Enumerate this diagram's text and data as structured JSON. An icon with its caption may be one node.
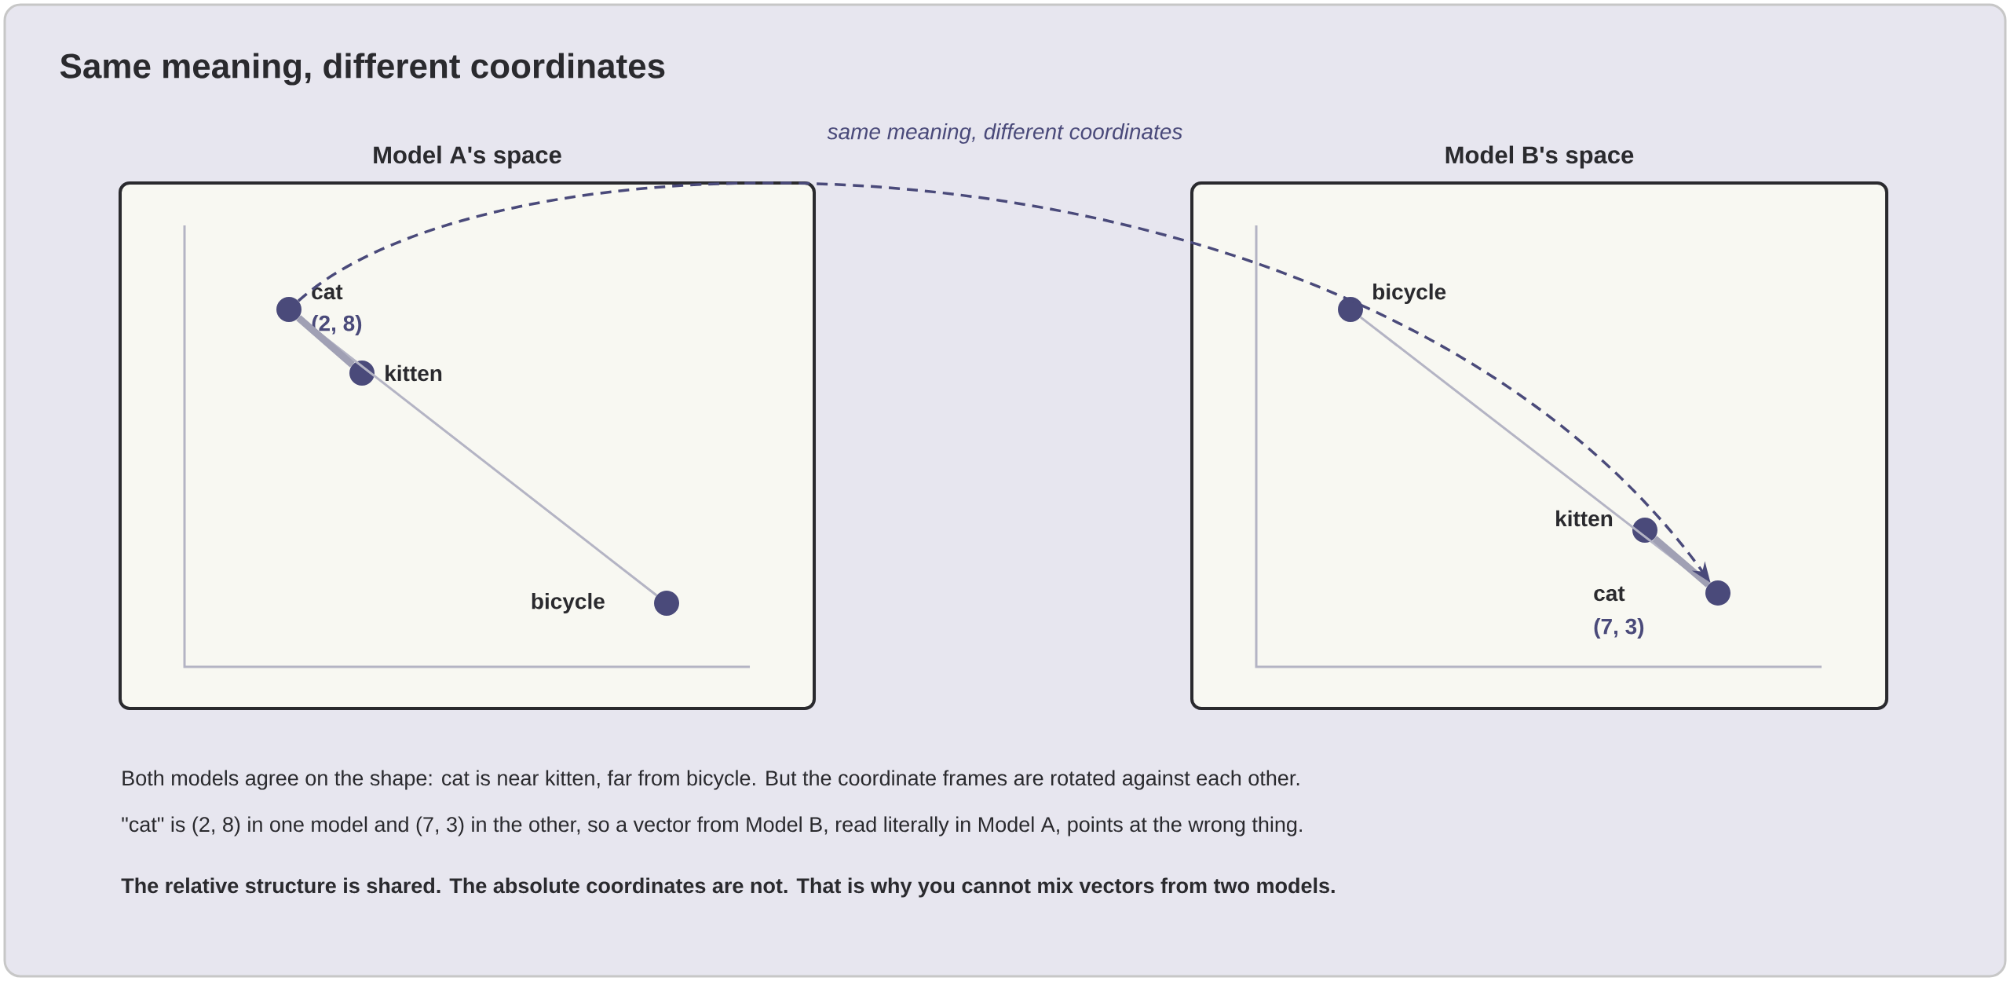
{
  "diagram": {
    "title": "Same meaning, different coordinates",
    "nodes": [
      {
        "text": [
          "Model A's space"
        ]
      },
      {
        "text": [
          "cat",
          "(2, 8)"
        ],
        "in": 0
      },
      {
        "text": [
          "kitten"
        ],
        "in": 0
      },
      {
        "text": [
          "bicycle"
        ],
        "in": 0
      },
      {
        "text": [
          "Model B's space"
        ]
      },
      {
        "text": [
          "bicycle"
        ],
        "in": 4
      },
      {
        "text": [
          "kitten"
        ],
        "in": 4
      },
      {
        "text": [
          "cat",
          "(7, 3)"
        ],
        "in": 4
      }
    ],
    "edges": [
      {
        "from": 1,
        "to": 3,
        "arrow": "none"
      },
      {
        "from": 1,
        "to": 2,
        "arrow": "none",
        "style": "thick"
      },
      {
        "from": 5,
        "to": 7,
        "arrow": "none"
      },
      {
        "from": 6,
        "to": 7,
        "arrow": "none",
        "style": "thick"
      },
      {
        "from": 1,
        "to": 7,
        "arrow": "to",
        "style": "dashed",
        "color": "#4a4a7a",
        "label": "same meaning, different coordinates"
      }
    ],
    "labels": [
      "Both models agree on the shape: cat is near kitten, far from bicycle. But the coordinate frames are rotated against each other.",
      "\"cat\" is (2, 8) in one model and (7, 3) in the other, so a vector from Model B, read literally in Model A, points at the wrong thing.",
      "The relative structure is shared. The absolute coordinates are not. That is why you cannot mix vectors from two models."
    ]
  }
}
